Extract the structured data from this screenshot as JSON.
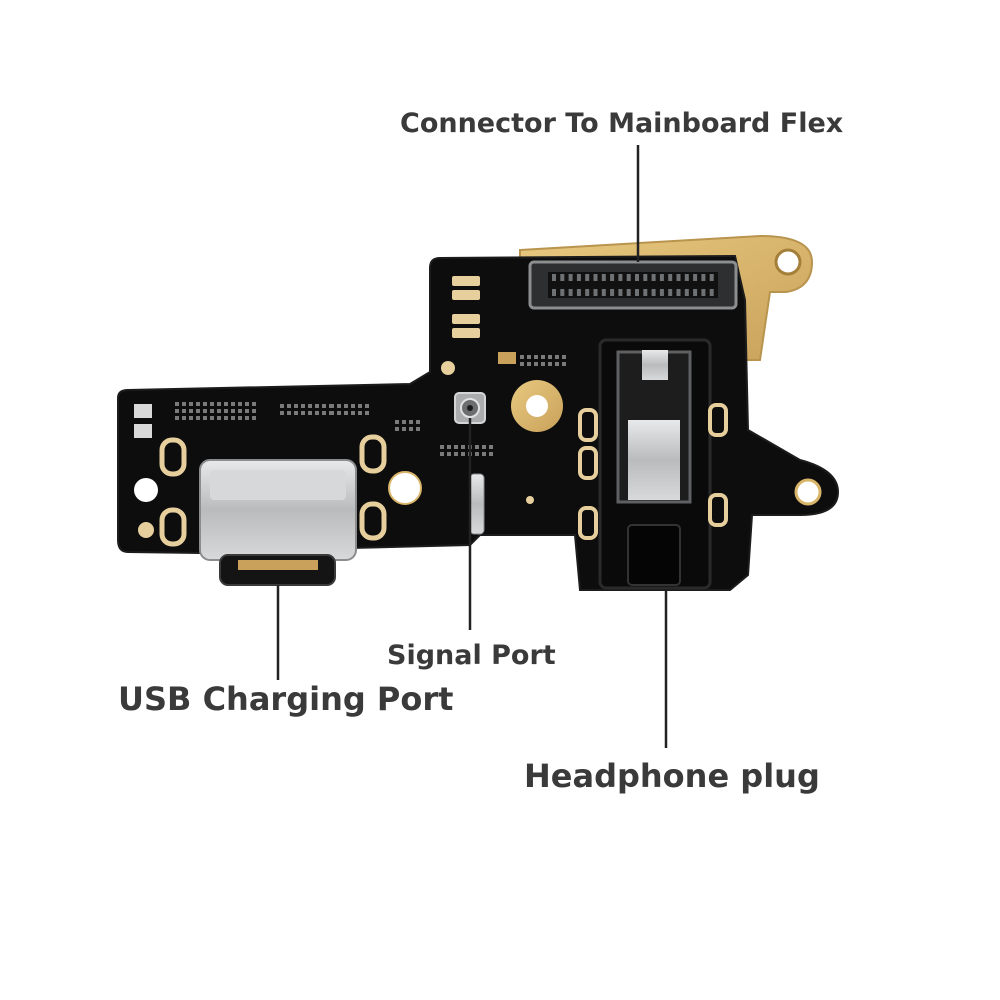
{
  "labels": {
    "connector": "Connector To Mainboard Flex",
    "signal": "Signal Port",
    "usb": "USB Charging Port",
    "headphone": "Headphone plug"
  },
  "colors": {
    "pcb": "#0d0d0e",
    "flex_gold": "#d9b56a",
    "metal": "#bfc1c2",
    "pad_gold": "#e6cf9c",
    "label_text": "#3a3a3a",
    "callout_line": "#222222"
  }
}
